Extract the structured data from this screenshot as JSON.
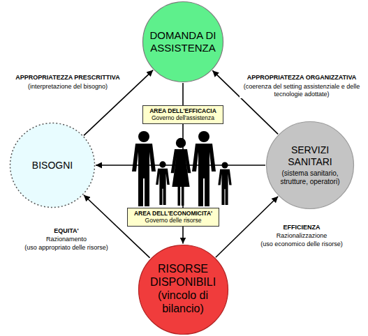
{
  "diagram": {
    "nodes": [
      {
        "text": [
          "DOMANDA DI ASSISTENZA"
        ]
      },
      {
        "text": [
          "AREA DELL'EFFICACIA",
          "Governo dell'assistenza"
        ]
      },
      {
        "text": [
          "BISOGNI"
        ]
      },
      {
        "text": [
          "SERVIZI SANITARI",
          "(sistema sanitario, strutture, operatori)"
        ]
      },
      {
        "text": [
          "AREA DELL'ECONOMICITA'",
          "Governo delle risorse"
        ]
      },
      {
        "text": [
          "RISORSE DISPONIBILI (vincolo di bilancio)"
        ]
      }
    ],
    "edges": [
      {
        "from": 2,
        "to": 0,
        "arrow": "to",
        "label": "APPROPRIATEZZA PRESCRITTIVA"
      },
      {
        "from": 3,
        "to": 0,
        "arrow": "to",
        "label": "APPROPRIATEZZA ORGANIZZATIVA"
      },
      {
        "from": 3,
        "to": 2,
        "arrow": "to"
      },
      {
        "from": 0,
        "to": 5,
        "arrow": "to"
      },
      {
        "from": 5,
        "to": 2,
        "arrow": "to",
        "label": "EQUITA'"
      },
      {
        "from": 5,
        "to": 3,
        "arrow": "to",
        "label": "EFFICIENZA"
      }
    ],
    "labels": [
      "(interpretazione del bisogno)",
      "(coerenza del setting assistenziale e delle tecnologie adottate)",
      "Razionamento",
      "(uso appropriato delle risorse)",
      "Razionalizzazione",
      "(uso economico delle risorse)"
    ]
  }
}
